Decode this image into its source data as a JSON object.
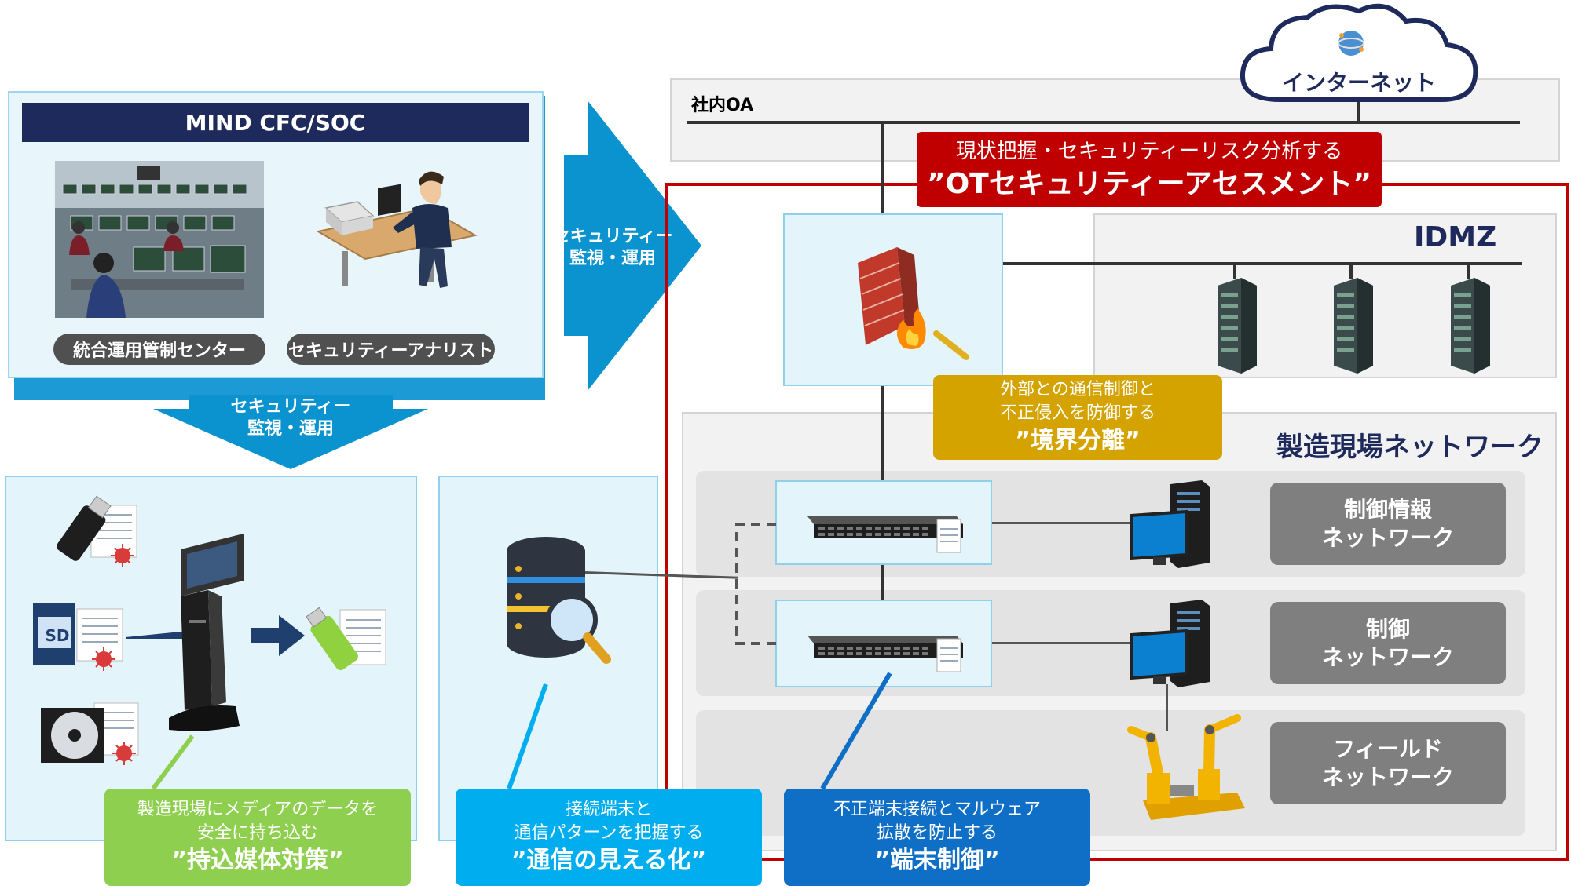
{
  "soc": {
    "header": "MIND CFC/SOC",
    "center_label": "統合運用管制センター",
    "analyst_label": "セキュリティーアナリスト"
  },
  "arrows": {
    "right_line1": "セキュリティー",
    "right_line2": "監視・運用",
    "down_line1": "セキュリティー",
    "down_line2": "監視・運用"
  },
  "internet": {
    "label": "インターネット"
  },
  "office": {
    "label": "社内OA"
  },
  "assessment": {
    "line1": "現状把握・セキュリティーリスク分析する",
    "title": "”OTセキュリティーアセスメント”"
  },
  "idmz": {
    "label": "IDMZ"
  },
  "boundary": {
    "line1": "外部との通信制御と",
    "line2": "不正侵入を防御する",
    "title": "”境界分離”"
  },
  "factory": {
    "label": "製造現場ネットワーク"
  },
  "networks": [
    {
      "line1": "制御情報",
      "line2": "ネットワーク"
    },
    {
      "line1": "制御",
      "line2": "ネットワーク"
    },
    {
      "line1": "フィールド",
      "line2": "ネットワーク"
    }
  ],
  "media": {
    "sd_label": "SD",
    "line1": "製造現場にメディアのデータを",
    "line2": "安全に持ち込む",
    "title": "”持込媒体対策”"
  },
  "visibility": {
    "line1": "接続端末と",
    "line2": "通信パターンを把握する",
    "title": "”通信の見える化”"
  },
  "endpoint": {
    "line1": "不正端末接続とマルウェア",
    "line2": "拡散を防止する",
    "title": "”端末制御”"
  },
  "colors": {
    "navy": "#1f2a5c",
    "blue_arrow": "#0a93cf",
    "red": "#c00000",
    "gold": "#d4a300",
    "green": "#8fcf4f",
    "sky": "#00aeef",
    "dark_blue": "#0f6fc6",
    "net_gray": "#7f7f7f"
  }
}
